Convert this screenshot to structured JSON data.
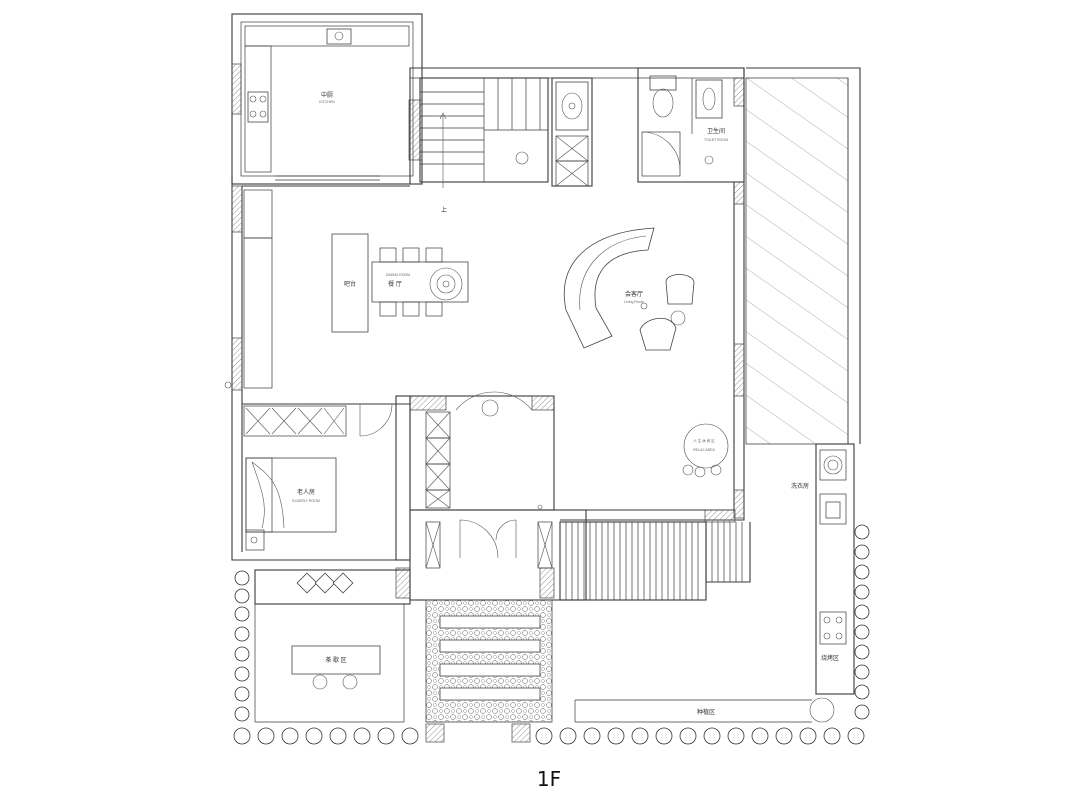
{
  "floor_label": "1F",
  "rooms": {
    "kitchen": "中厨",
    "kitchen_en": "KITCHEN",
    "bar": "吧台",
    "dining": "餐 厅",
    "dining_en": "DINING ROOM",
    "living": "会客厅",
    "living_en": "Living Room",
    "bathroom": "卫生间",
    "bathroom_en": "TOILET ROOM",
    "elder_bedroom": "老人房",
    "elder_bedroom_en": "ELDERLY ROOM",
    "tearoom": "茶 歇 区",
    "leisure": "人 生 休 闲 区",
    "leisure_en": "RELAX AREA",
    "laundry": "洗衣房",
    "bbq": "烧烤区",
    "planting": "种植区",
    "stair_up": "上"
  },
  "colors": {
    "wall": "#3a3a3a",
    "background": "#ffffff"
  }
}
